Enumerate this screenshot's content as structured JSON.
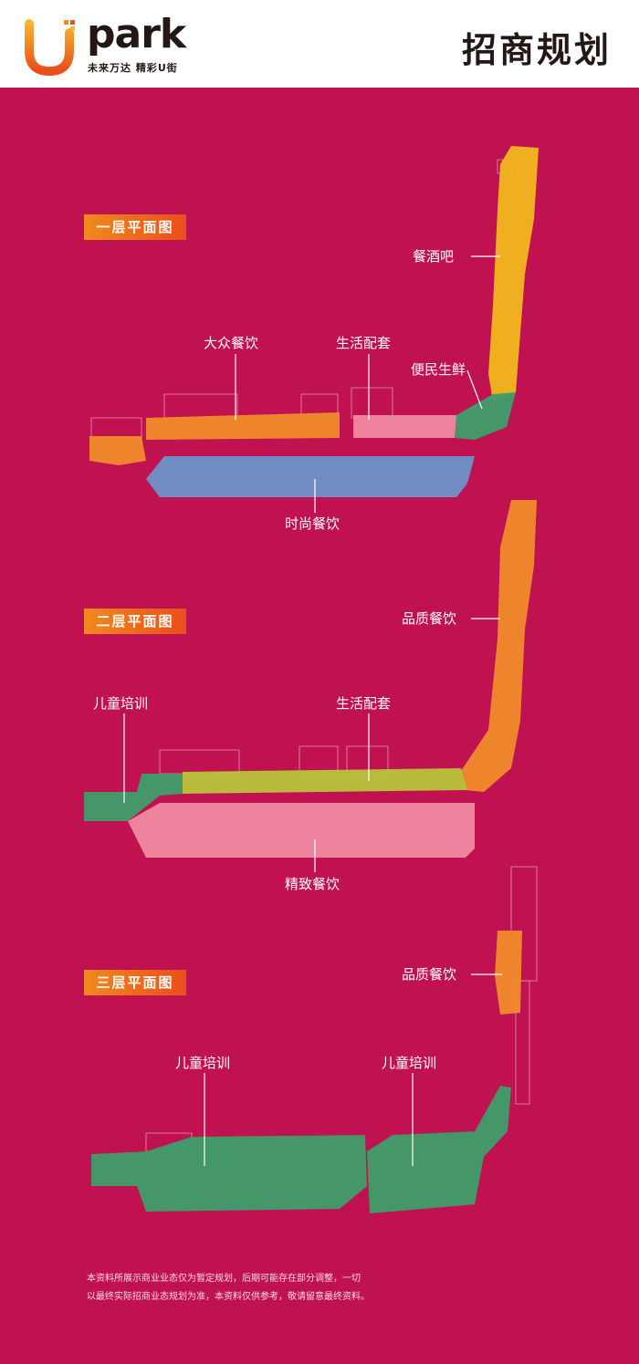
{
  "header": {
    "logo_word": "park",
    "slogan": "未来万达 精彩U街",
    "title": "招商规划"
  },
  "colors": {
    "background": "#C01150",
    "zone_yellow": "#F2B81F",
    "zone_orange": "#F08C2A",
    "zone_green": "#3E9E6A",
    "zone_blue": "#6C93C8",
    "zone_pink": "#EF8AA0",
    "zone_lime": "#B8C43A",
    "tag": "#F08A1C"
  },
  "floors": [
    {
      "tag": "一层平面图",
      "zones": [
        "餐酒吧",
        "大众餐饮",
        "生活配套",
        "便民生鲜",
        "时尚餐饮"
      ]
    },
    {
      "tag": "二层平面图",
      "zones": [
        "品质餐饮",
        "儿童培训",
        "生活配套",
        "精致餐饮"
      ]
    },
    {
      "tag": "三层平面图",
      "zones": [
        "品质餐饮",
        "儿童培训",
        "儿童培训"
      ]
    }
  ],
  "disclaimer": [
    "本资料所展示商业业态仅为暂定规划，后期可能存在部分调整，一切",
    "以最终实际招商业态规划为准，本资料仅供参考，敬请留意最终资料。"
  ]
}
